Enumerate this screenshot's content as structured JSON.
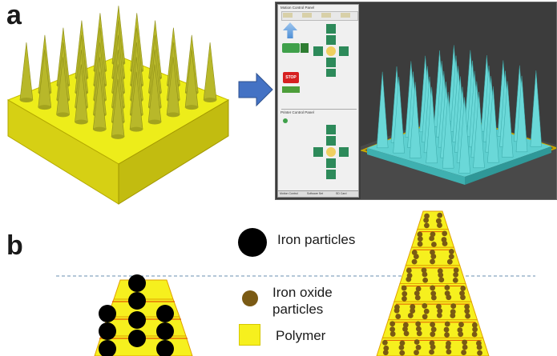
{
  "labels": {
    "a": "a",
    "b": "b"
  },
  "legend": {
    "iron": "Iron particles",
    "oxide_line1": "Iron oxide",
    "oxide_line2": "particles",
    "polymer": "Polymer"
  },
  "software": {
    "titles": [
      "Motion Control Panel",
      "Printer Control Panel"
    ],
    "stop": "STOP",
    "tabs": [
      "Motion Control",
      "Software Set",
      "SD Card"
    ]
  },
  "colors": {
    "polymer": "#f6f01e",
    "iron": "#000000",
    "oxide": "#7a5a14",
    "cad_model": "#b8b82a",
    "sliced_model": "#5fd0d0",
    "arrow": "#4472c4"
  }
}
